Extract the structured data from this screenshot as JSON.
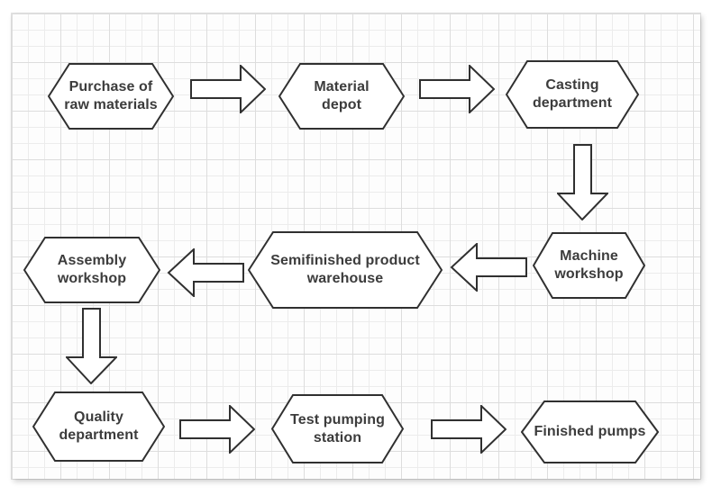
{
  "diagram": {
    "type": "flowchart",
    "nodes": [
      {
        "id": "purchase-raw-materials",
        "label": "Purchase of raw materials",
        "shape": "hexagon"
      },
      {
        "id": "material-depot",
        "label": "Material depot",
        "shape": "hexagon"
      },
      {
        "id": "casting-department",
        "label": "Casting department",
        "shape": "hexagon"
      },
      {
        "id": "machine-workshop",
        "label": "Machine workshop",
        "shape": "hexagon"
      },
      {
        "id": "semifinished-product-warehouse",
        "label": "Semifinished product warehouse",
        "shape": "hexagon"
      },
      {
        "id": "assembly-workshop",
        "label": "Assembly workshop",
        "shape": "hexagon"
      },
      {
        "id": "quality-department",
        "label": "Quality department",
        "shape": "hexagon"
      },
      {
        "id": "test-pumping-station",
        "label": "Test pumping station",
        "shape": "hexagon"
      },
      {
        "id": "finished-pumps",
        "label": "Finished pumps",
        "shape": "hexagon"
      }
    ],
    "connections": [
      {
        "from": "purchase-raw-materials",
        "to": "material-depot",
        "direction": "right"
      },
      {
        "from": "material-depot",
        "to": "casting-department",
        "direction": "right"
      },
      {
        "from": "casting-department",
        "to": "machine-workshop",
        "direction": "down"
      },
      {
        "from": "machine-workshop",
        "to": "semifinished-product-warehouse",
        "direction": "left"
      },
      {
        "from": "semifinished-product-warehouse",
        "to": "assembly-workshop",
        "direction": "left"
      },
      {
        "from": "assembly-workshop",
        "to": "quality-department",
        "direction": "down"
      },
      {
        "from": "quality-department",
        "to": "test-pumping-station",
        "direction": "right"
      },
      {
        "from": "test-pumping-station",
        "to": "finished-pumps",
        "direction": "right"
      }
    ],
    "style": {
      "shape_fill": "#ffffff",
      "shape_stroke": "#303030",
      "text_color": "#3c3c3c",
      "grid_minor_line": "#ececec",
      "grid_major_line": "#dddddd",
      "paper_background": "#fdfdfd",
      "page_background": "#ffffff"
    }
  }
}
